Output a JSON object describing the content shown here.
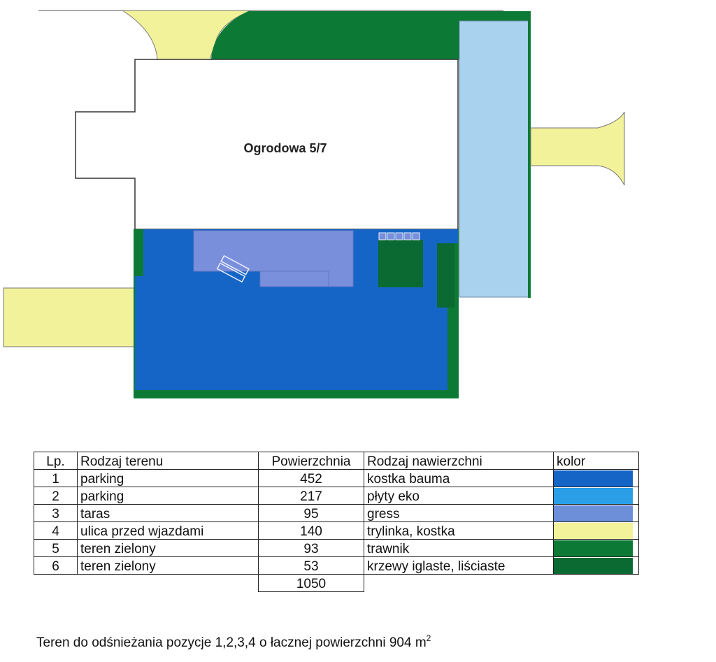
{
  "plan": {
    "building_label": "Ogrodowa 5/7"
  },
  "legend": {
    "headers": {
      "lp": "Lp.",
      "type": "Rodzaj terenu",
      "area": "Powierzchnia",
      "surface": "Rodzaj nawierzchni",
      "color": "kolor"
    },
    "rows": [
      {
        "lp": "1",
        "type": "parking",
        "area": "452",
        "surface": "kostka bauma",
        "color": "#1565c7",
        "color_name": "dark-blue"
      },
      {
        "lp": "2",
        "type": "parking",
        "area": "217",
        "surface": "płyty eko",
        "color": "#2b9ee8",
        "color_name": "light-blue"
      },
      {
        "lp": "3",
        "type": "taras",
        "area": "95",
        "surface": "gress",
        "color": "#6d8fd9",
        "color_name": "lavender-blue"
      },
      {
        "lp": "4",
        "type": "ulica przed wjazdami",
        "area": "140",
        "surface": "trylinka, kostka",
        "color": "#f2f29a",
        "color_name": "pale-yellow"
      },
      {
        "lp": "5",
        "type": "teren zielony",
        "area": "93",
        "surface": "trawnik",
        "color": "#0c7a34",
        "color_name": "green"
      },
      {
        "lp": "6",
        "type": "teren zielony",
        "area": "53",
        "surface": "krzewy iglaste, liściaste",
        "color": "#0b6a32",
        "color_name": "dark-green"
      }
    ],
    "total": "1050"
  },
  "footnote": {
    "text": "Teren do odśnieżania pozycje 1,2,3,4 o łacznej powierzchni  904 m",
    "superscript": "2"
  },
  "colors": {
    "parking_dark_blue": "#1565c7",
    "parking_light_blue": "#a9d2ef",
    "terrace_lavender": "#7a8fdc",
    "street_yellow": "#f2f29a",
    "lawn_green": "#0c7a34",
    "shrubs_green": "#0b6a32"
  }
}
